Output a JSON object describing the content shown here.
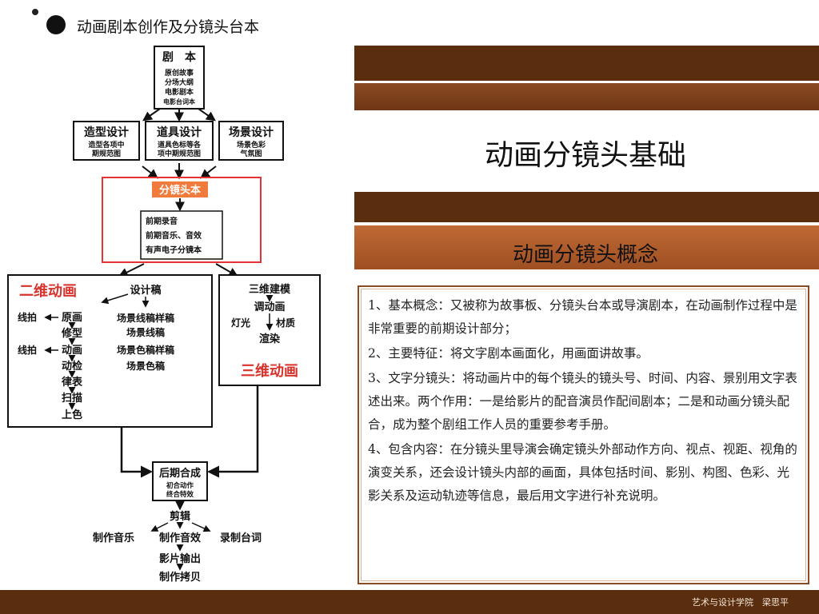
{
  "header": {
    "deck_title": "动画剧本创作及分镜头台本"
  },
  "slide": {
    "title": "动画分镜头基础",
    "subtitle": "动画分镜头概念"
  },
  "content": {
    "paragraphs": [
      "1、基本概念：又被称为故事板、分镜头台本或导演剧本，在动画制作过程中是非常重要的前期设计部分；",
      "2、主要特征：将文字剧本画面化，用画面讲故事。",
      "3、文字分镜头：将动画片中的每个镜头的镜头号、时间、内容、景别用文字表述出来。两个作用：一是给影片的配音演员作配间剧本；二是和动画分镜头配合，成为整个剧组工作人员的重要参考手册。",
      "4、包含内容：在分镜头里导演会确定镜头外部动作方向、视点、视距、视角的演变关系，还会设计镜头内部的画面，具体包括时间、影别、构图、色彩、光影关系及运动轨迹等信息，最后用文字进行补充说明。"
    ]
  },
  "flowchart": {
    "script": {
      "title": "剧　本",
      "lines": [
        "原创故事",
        "分场大纲",
        "电影剧本",
        "电影台词本"
      ]
    },
    "character": {
      "title": "造型设计",
      "lines": [
        "造型各项中",
        "期规范图"
      ]
    },
    "props": {
      "title": "道具设计",
      "lines": [
        "道具色标等各",
        "项中期规范图"
      ]
    },
    "scene": {
      "title": "场景设计",
      "lines": [
        "场景色彩",
        "气氛图"
      ]
    },
    "storyboard": {
      "title": "分镜头本",
      "lines": [
        "前期录音",
        "前期音乐、音效",
        "有声电子分镜本"
      ]
    },
    "anim2d": {
      "label": "二维动画",
      "left_label_1": "线拍",
      "left_label_2": "线拍",
      "steps": [
        "原画",
        "修型",
        "动画",
        "动检",
        "律表",
        "扫描",
        "上色"
      ]
    },
    "design": {
      "title": "设计稿",
      "steps": [
        "场景线稿样稿",
        "场景线稿",
        "场景色稿样稿",
        "场景色稿"
      ]
    },
    "anim3d": {
      "label": "三维动画",
      "steps": [
        "三维建模",
        "调动画",
        "灯光",
        "材质",
        "渲染"
      ]
    },
    "post": {
      "title": "后期合成",
      "lines": [
        "初合动作",
        "终合特效"
      ]
    },
    "final": {
      "steps": [
        "剪辑",
        "制作音效",
        "影片输出",
        "制作拷贝"
      ],
      "left": "制作音乐",
      "right": "录制台词"
    }
  },
  "footer": {
    "credit": "艺术与设计学院　梁思平"
  },
  "colors": {
    "accent_dark": "#5a2d0f",
    "accent_mid": "#8a4a22",
    "accent_light": "#c06a35",
    "highlight": "#e63232",
    "label_red": "#d8322c"
  }
}
